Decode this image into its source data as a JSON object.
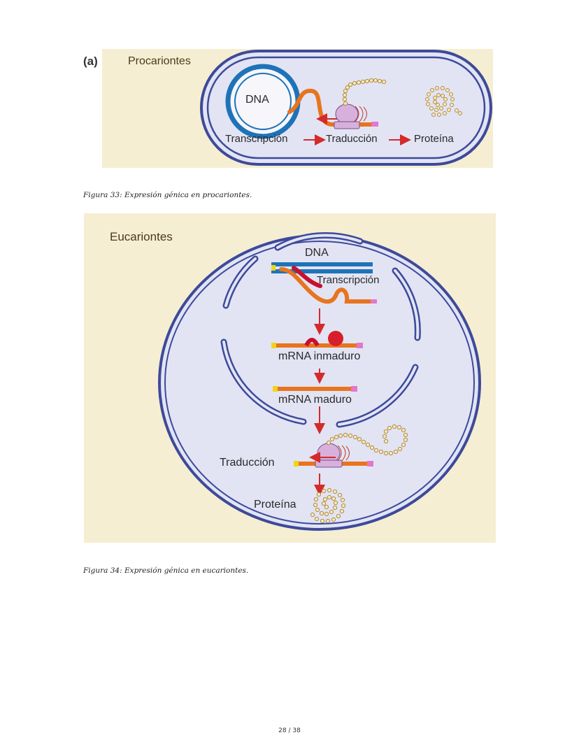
{
  "figure1": {
    "panel_letter": "(a)",
    "title": "Procariontes",
    "dna_label": "DNA",
    "steps": [
      "Transcripción",
      "Traducción",
      "Proteína"
    ],
    "caption": "Figura 33: Expresión génica en procariontes."
  },
  "figure2": {
    "title": "Eucariontes",
    "dna_label": "DNA",
    "transcription_label": "Transcripción",
    "immature_label": "mRNA inmaduro",
    "mature_label": "mRNA maduro",
    "translation_label": "Traducción",
    "protein_label": "Proteína",
    "caption": "Figura 34: Expresión génica en eucariontes."
  },
  "colors": {
    "background": "#f6eed2",
    "membrane": "#3d4a9a",
    "cell_interior": "#e2e4f4",
    "dna": "#1e73b8",
    "mrna": "#e8741e",
    "arrow": "#d42a2a",
    "ribosome": "#d7b0dc",
    "protein": "#c9ab73"
  },
  "footer": {
    "page_number": "28 / 38"
  }
}
